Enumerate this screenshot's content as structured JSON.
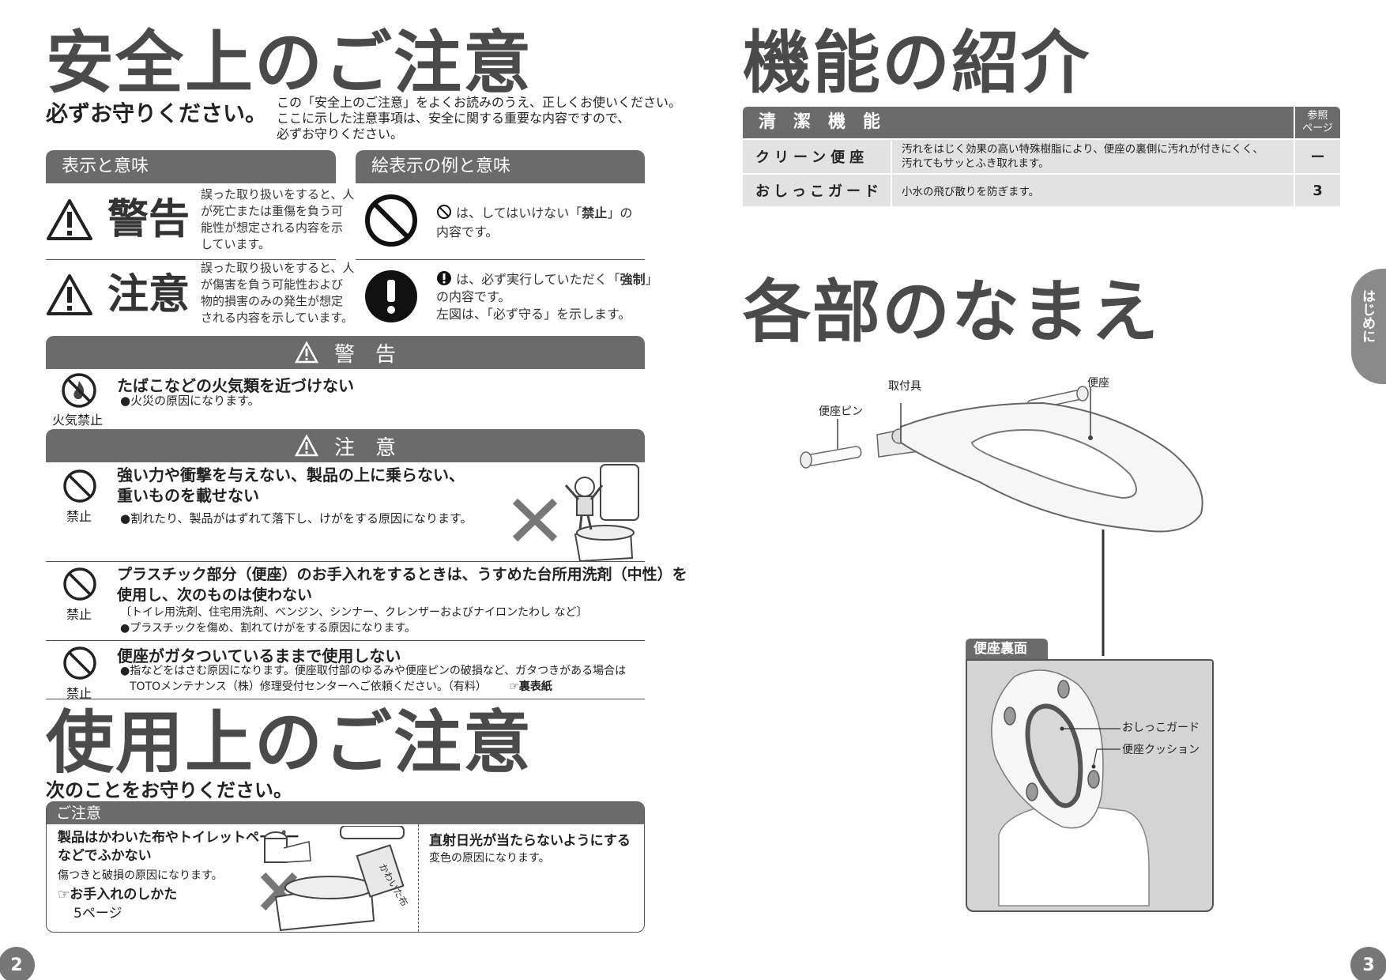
{
  "left": {
    "title": "安全上のご注意",
    "subtitle": "必ずお守りください。",
    "intro": [
      "この「安全上のご注意」をよくお読みのうえ、正しくお使いください。",
      "ここに示した注意事項は、安全に関する重要な内容ですので、",
      "必ずお守りください。"
    ],
    "display_header": "表示と意味",
    "pict_header": "絵表示の例と意味",
    "warning_label": "警告",
    "warning_text": [
      "誤った取り扱いをすると、人",
      "が死亡または重傷を負う可",
      "能性が想定される内容を示",
      "しています。"
    ],
    "caution_label": "注意",
    "caution_text": [
      "誤った取り扱いをすると、人",
      "が傷害を負う可能性および",
      "物的損害のみの発生が想定",
      "される内容を示しています。"
    ],
    "prohibit_pre": "は、してはいけない「",
    "prohibit_bold": "禁止",
    "prohibit_post": "」の",
    "prohibit_line2": "内容です。",
    "mandatory_pre": "は、必ず実行していただく「",
    "mandatory_bold": "強制",
    "mandatory_post": "」",
    "mandatory_line2": "の内容です。",
    "mandatory_line3": "左図は、「必ず守る」を示します。",
    "warning_bar": "警　告",
    "fire_title": "たばこなどの火気類を近づけない",
    "fire_text": "●火災の原因になります。",
    "fire_label": "火気禁止",
    "caution_bar": "注　意",
    "item1_title": [
      "強い力や衝撃を与えない、製品の上に乗らない、",
      "重いものを載せない"
    ],
    "item1_text": "●割れたり、製品がはずれて落下し、けがをする原因になります。",
    "prohibit_label": "禁止",
    "item2_title": [
      "プラスチック部分（便座）のお手入れをするときは、うすめた台所用洗剤（中性）を",
      "使用し、次のものは使わない"
    ],
    "item2_text1": "〔トイレ用洗剤、住宅用洗剤、ベンジン、シンナー、クレンザーおよびナイロンたわし など〕",
    "item2_text2": "●プラスチックを傷め、割れてけがをする原因になります。",
    "item3_title": "便座がガタついているままで使用しない",
    "item3_text1": "●指などをはさむ原因になります。便座取付部のゆるみや便座ピンの破損など、ガタつきがある場合は",
    "item3_text2": "TOTOメンテナンス（株）修理受付センターへご依頼ください。（有料）",
    "item3_ref": "裏表紙",
    "use_title": "使用上のご注意",
    "use_subtitle": "次のことをお守りください。",
    "notice_header": "ご注意",
    "notice1_title": [
      "製品はかわいた布やトイレットペーパー",
      "などでふかない"
    ],
    "notice1_text": "傷つきと破損の原因になります。",
    "notice1_ref": "お手入れのしかた",
    "notice1_page": "5ページ",
    "cloth_label": "かわいた布",
    "notice2_title": "直射日光が当たらないようにする",
    "notice2_text": "変色の原因になります。",
    "page_number": "2"
  },
  "right": {
    "title": "機能の紹介",
    "table_header": "清　潔　機　能",
    "table_ref_header": "参照\nページ",
    "rows": [
      {
        "name": "クリーン便座",
        "desc": [
          "汚れをはじく効果の高い特殊樹脂により、便座の裏側に汚れが付きにくく、",
          "汚れてもサッとふき取れます。"
        ],
        "page": "ー"
      },
      {
        "name": "おしっこガード",
        "desc": [
          "小水の飛び散りを防ぎます。"
        ],
        "page": "3"
      }
    ],
    "parts_title": "各部のなまえ",
    "label_mount": "取付具",
    "label_seat": "便座",
    "label_pin": "便座ピン",
    "underside_header": "便座裏面",
    "label_guard": "おしっこガード",
    "label_cushion": "便座クッション",
    "side_tab": "はじめに",
    "page_number": "3"
  }
}
